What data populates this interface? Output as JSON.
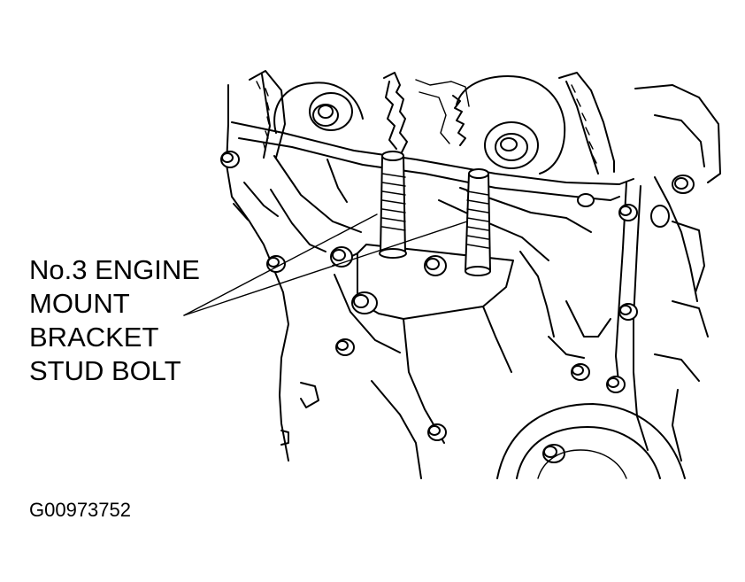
{
  "callout": {
    "lines": [
      "No.3 ENGINE",
      "MOUNT",
      "BRACKET",
      "STUD BOLT"
    ]
  },
  "figure_id": "G00973752",
  "icons": {
    "engine": "engine-timing-cover-illustration",
    "stud_bolts": "stud-bolt-icon"
  },
  "colors": {
    "ink": "#000000",
    "paper": "#ffffff"
  }
}
